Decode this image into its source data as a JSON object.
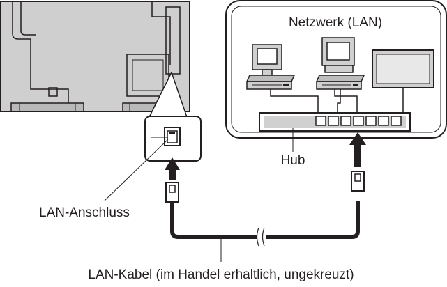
{
  "labels": {
    "network": "Netzwerk (LAN)",
    "hub": "Hub",
    "lan_port": "LAN-Anschluss",
    "lan_cable": "LAN-Kabel (im Handel erhaltlich, ungekreuzt)"
  }
}
